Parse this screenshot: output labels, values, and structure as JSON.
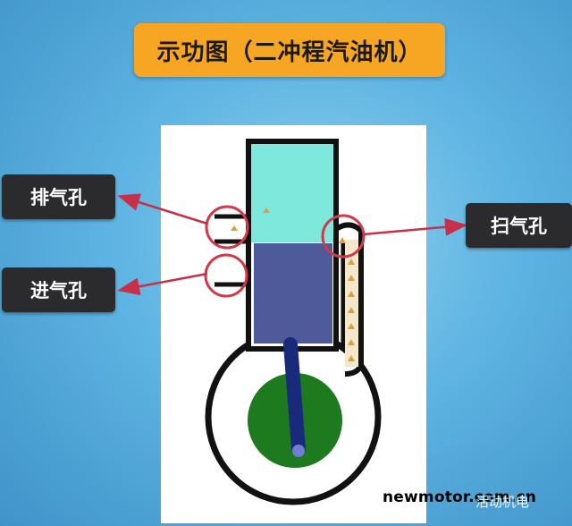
{
  "title": "示功图（二冲程汽油机）",
  "labels": {
    "exhaust_port": "排气孔",
    "intake_port": "进气孔",
    "scavenging_port": "扫气孔"
  },
  "watermark": {
    "site": "newmotor.com.cn",
    "brand": "活动机电"
  },
  "colors": {
    "background": "#5eb4e2",
    "title_box": "#f6a623",
    "label_box": "#2b2b2e",
    "combustion_chamber": "#7fe8dd",
    "piston": "#4e5a9a",
    "connecting_rod": "#1a2a7a",
    "flywheel": "#1e7a1e",
    "arrow": "#c8304a",
    "port_marker": "#d23a4a"
  }
}
